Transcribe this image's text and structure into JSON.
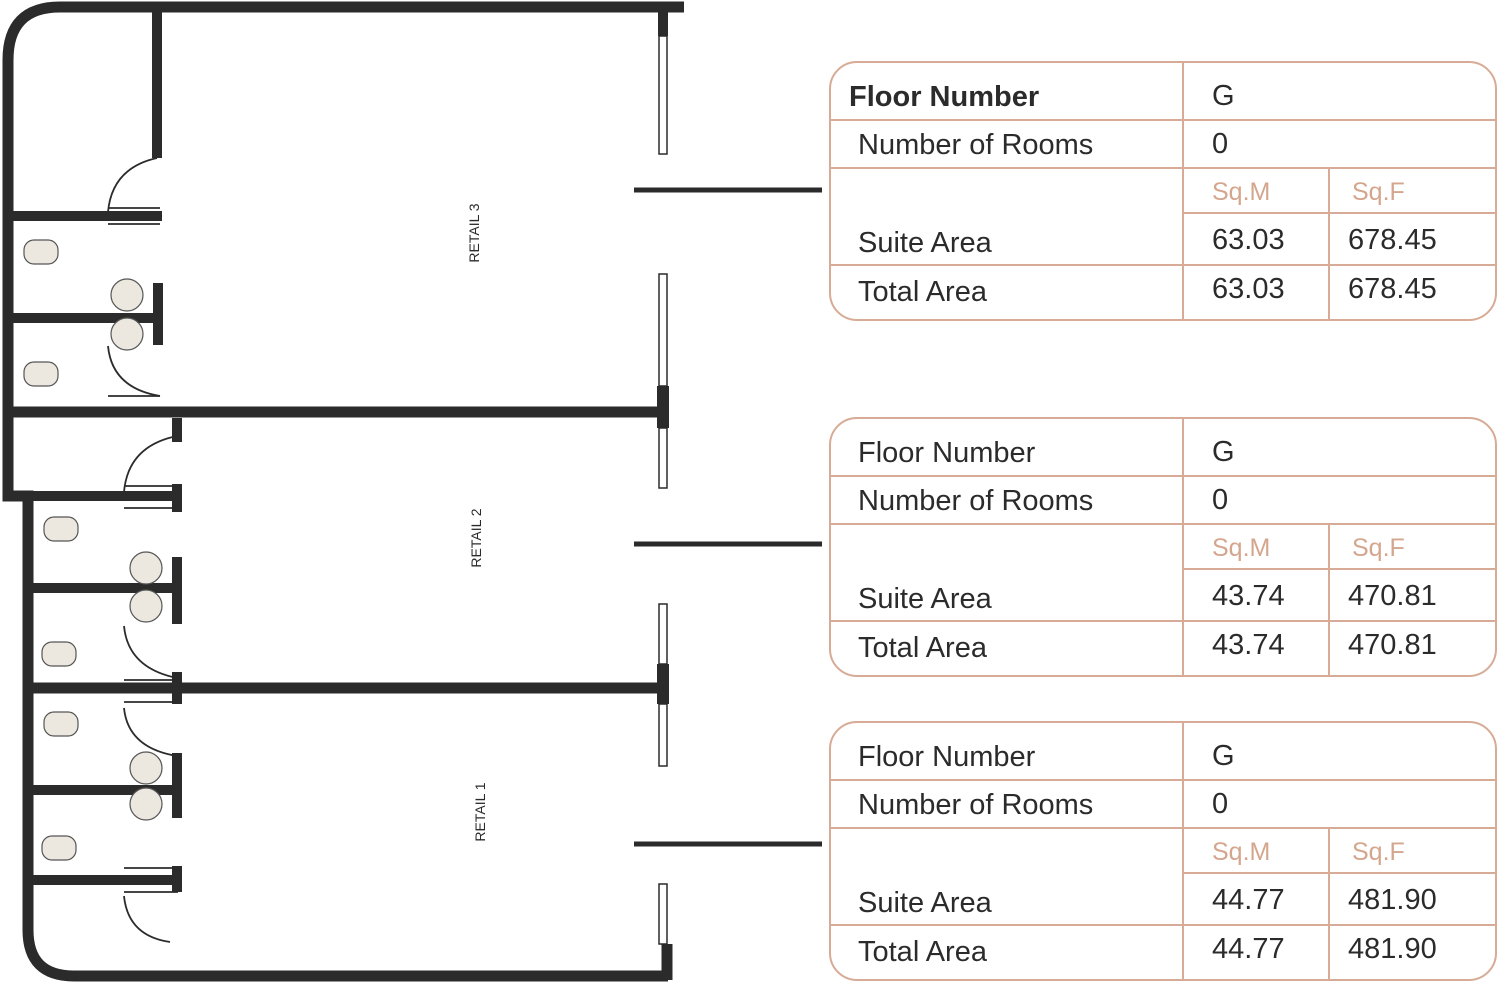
{
  "floor_plan": {
    "rooms": [
      {
        "label": "RETAIL 3"
      },
      {
        "label": "RETAIL 2"
      },
      {
        "label": "RETAIL 1"
      }
    ]
  },
  "accent_color": "#d7ab95",
  "unit_color": "#d4a68e",
  "cards": [
    {
      "floor_number_label": "Floor Number",
      "floor_number_value": "G",
      "rooms_label": "Number of Rooms",
      "rooms_value": "0",
      "unit_sqm": "Sq.M",
      "unit_sqf": "Sq.F",
      "suite_area_label": "Suite Area",
      "suite_area_sqm": "63.03",
      "suite_area_sqf": "678.45",
      "total_area_label": "Total Area",
      "total_area_sqm": "63.03",
      "total_area_sqf": "678.45"
    },
    {
      "floor_number_label": "Floor Number",
      "floor_number_value": "G",
      "rooms_label": "Number of Rooms",
      "rooms_value": "0",
      "unit_sqm": "Sq.M",
      "unit_sqf": "Sq.F",
      "suite_area_label": "Suite Area",
      "suite_area_sqm": "43.74",
      "suite_area_sqf": "470.81",
      "total_area_label": "Total Area",
      "total_area_sqm": "43.74",
      "total_area_sqf": "470.81"
    },
    {
      "floor_number_label": "Floor Number",
      "floor_number_value": "G",
      "rooms_label": "Number of Rooms",
      "rooms_value": "0",
      "unit_sqm": "Sq.M",
      "unit_sqf": "Sq.F",
      "suite_area_label": "Suite Area",
      "suite_area_sqm": "44.77",
      "suite_area_sqf": "481.90",
      "total_area_label": "Total Area",
      "total_area_sqm": "44.77",
      "total_area_sqf": "481.90"
    }
  ]
}
